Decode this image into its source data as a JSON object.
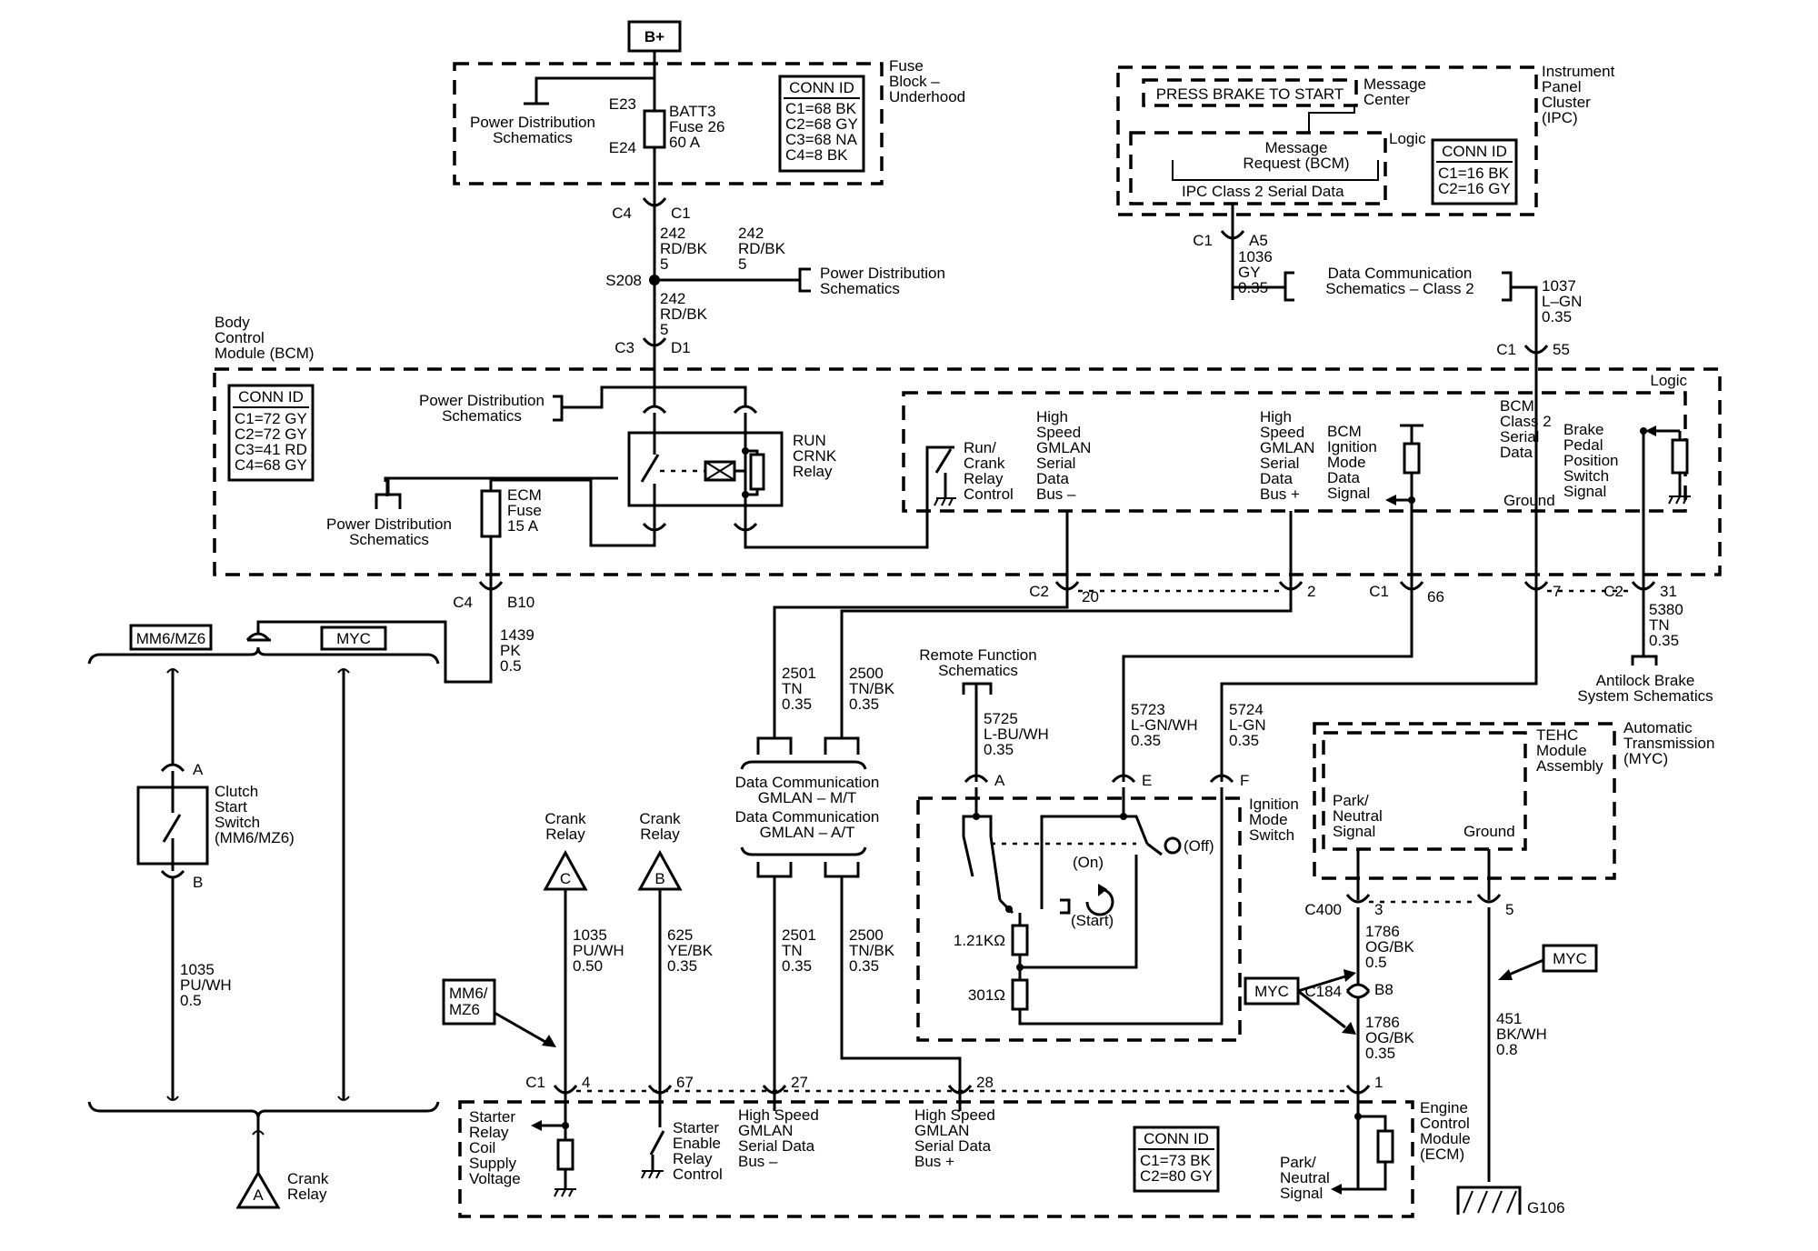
{
  "supply": {
    "bplus": "B+"
  },
  "fuse_block": {
    "title": [
      "Fuse",
      "Block –",
      "Underhood"
    ],
    "pd_label": [
      "Power Distribution",
      "Schematics"
    ],
    "pin_top": "E23",
    "pin_bottom": "E24",
    "fuse": [
      "BATT3",
      "Fuse 26",
      "60 A"
    ],
    "conn_id": {
      "title": "CONN ID",
      "rows": [
        "C1=68 BK",
        "C2=68 GY",
        "C3=68 NA",
        "C4=8 BK"
      ]
    }
  },
  "wires_top": {
    "c4": "C4",
    "c1": "C1",
    "w1": [
      "242",
      "RD/BK",
      "5"
    ],
    "w2": [
      "242",
      "RD/BK",
      "5"
    ],
    "splice": "S208",
    "pd_label": [
      "Power Distribution",
      "Schematics"
    ],
    "w3": [
      "242",
      "RD/BK",
      "5"
    ],
    "c3": "C3",
    "d1": "D1"
  },
  "ipc": {
    "title": [
      "Instrument",
      "Panel",
      "Cluster",
      "(IPC)"
    ],
    "message": "PRESS BRAKE TO START",
    "message_center": [
      "Message",
      "Center"
    ],
    "logic": "Logic",
    "request": [
      "Message",
      "Request (BCM)"
    ],
    "serial": "IPC Class 2 Serial Data",
    "conn_id": {
      "title": "CONN ID",
      "rows": [
        "C1=16 BK",
        "C2=16 GY"
      ]
    },
    "c1": "C1",
    "a5": "A5",
    "w1036": [
      "1036",
      "GY",
      "0.35"
    ],
    "datacomm": [
      "Data Communication",
      "Schematics – Class 2"
    ],
    "w1037": [
      "1037",
      "L–GN",
      "0.35"
    ],
    "c1b": "C1",
    "p55": "55"
  },
  "bcm": {
    "title": [
      "Body",
      "Control",
      "Module (BCM)"
    ],
    "conn_id": {
      "title": "CONN ID",
      "rows": [
        "C1=72 GY",
        "C2=72 GY",
        "C3=41 RD",
        "C4=68 GY"
      ]
    },
    "pd1": [
      "Power Distribution",
      "Schematics"
    ],
    "pd2": [
      "Power Distribution",
      "Schematics"
    ],
    "relay": [
      "RUN",
      "CRNK",
      "Relay"
    ],
    "ecm_fuse": [
      "ECM",
      "Fuse",
      "15 A"
    ],
    "logic": "Logic",
    "runcrank": [
      "Run/",
      "Crank",
      "Relay",
      "Control"
    ],
    "hs_minus": [
      "High",
      "Speed",
      "GMLAN",
      "Serial",
      "Data",
      "Bus –"
    ],
    "hs_plus": [
      "High",
      "Speed",
      "GMLAN",
      "Serial",
      "Data",
      "Bus +"
    ],
    "ign": [
      "BCM",
      "Ignition",
      "Mode",
      "Data",
      "Signal"
    ],
    "class2": [
      "BCM",
      "Class 2",
      "Serial",
      "Data"
    ],
    "ground": "Ground",
    "brake": [
      "Brake",
      "Pedal",
      "Position",
      "Switch",
      "Signal"
    ]
  },
  "bcm_pins": {
    "c4": "C4",
    "b10": "B10",
    "c2a": "C2",
    "p20": "20",
    "p2": "2",
    "c1": "C1",
    "p66": "66",
    "p7": "7",
    "c2b": "C2",
    "p31": "31",
    "w5380": [
      "5380",
      "TN",
      "0.35"
    ],
    "abs": [
      "Antilock Brake",
      "System Schematics"
    ]
  },
  "left": {
    "w1439": [
      "1439",
      "PK",
      "0.5"
    ],
    "mm6": "MM6/MZ6",
    "myc": "MYC",
    "pin_a": "A",
    "pin_b": "B",
    "clutch": [
      "Clutch",
      "Start",
      "Switch",
      "(MM6/MZ6)"
    ],
    "w1035": [
      "1035",
      "PU/WH",
      "0.5"
    ],
    "crank_a": "A",
    "crank_relay": [
      "Crank",
      "Relay"
    ]
  },
  "gmlan": {
    "w2501a": [
      "2501",
      "TN",
      "0.35"
    ],
    "w2500a": [
      "2500",
      "TN/BK",
      "0.35"
    ],
    "dc_mt": [
      "Data Communication",
      "GMLAN – M/T"
    ],
    "dc_at": [
      "Data Communication",
      "GMLAN – A/T"
    ],
    "w2501b": [
      "2501",
      "TN",
      "0.35"
    ],
    "w2500b": [
      "2500",
      "TN/BK",
      "0.35"
    ]
  },
  "crank": {
    "relay_c_label": [
      "Crank",
      "Relay"
    ],
    "c": "C",
    "relay_b_label": [
      "Crank",
      "Relay"
    ],
    "b": "B",
    "w1035b": [
      "1035",
      "PU/WH",
      "0.50"
    ],
    "w625": [
      "625",
      "YE/BK",
      "0.35"
    ],
    "mm6mz6": [
      "MM6/",
      "MZ6"
    ]
  },
  "ignition": {
    "remote": [
      "Remote Function",
      "Schematics"
    ],
    "w5725": [
      "5725",
      "L-BU/WH",
      "0.35"
    ],
    "w5723": [
      "5723",
      "L-GN/WH",
      "0.35"
    ],
    "w5724": [
      "5724",
      "L-GN",
      "0.35"
    ],
    "pin_a": "A",
    "pin_e": "E",
    "pin_f": "F",
    "title": [
      "Ignition",
      "Mode",
      "Switch"
    ],
    "on": "(On)",
    "off": "(Off)",
    "start": "(Start)",
    "r1": "1.21KΩ",
    "r2": "301Ω"
  },
  "tehc": {
    "title": [
      "TEHC",
      "Module",
      "Assembly"
    ],
    "auto": [
      "Automatic",
      "Transmission",
      "(MYC)"
    ],
    "pn": [
      "Park/",
      "Neutral",
      "Signal"
    ],
    "ground": "Ground",
    "c400": "C400",
    "p3": "3",
    "p5": "5",
    "w1786a": [
      "1786",
      "OG/BK",
      "0.5"
    ],
    "myc1": "MYC",
    "c184": "C184",
    "b8": "B8",
    "w1786b": [
      "1786",
      "OG/BK",
      "0.35"
    ],
    "myc2": "MYC",
    "w451": [
      "451",
      "BK/WH",
      "0.8"
    ]
  },
  "ecm": {
    "c1": "C1",
    "p4": "4",
    "p67": "67",
    "p27": "27",
    "p28": "28",
    "p1": "1",
    "starter_relay": [
      "Starter",
      "Relay",
      "Coil",
      "Supply",
      "Voltage"
    ],
    "starter_enable": [
      "Starter",
      "Enable",
      "Relay",
      "Control"
    ],
    "hs_minus": [
      "High Speed",
      "GMLAN",
      "Serial Data",
      "Bus –"
    ],
    "hs_plus": [
      "High Speed",
      "GMLAN",
      "Serial Data",
      "Bus +"
    ],
    "conn_id": {
      "title": "CONN ID",
      "rows": [
        "C1=73 BK",
        "C2=80 GY"
      ]
    },
    "pn": [
      "Park/",
      "Neutral",
      "Signal"
    ],
    "title": [
      "Engine",
      "Control",
      "Module",
      "(ECM)"
    ],
    "g106": "G106"
  }
}
